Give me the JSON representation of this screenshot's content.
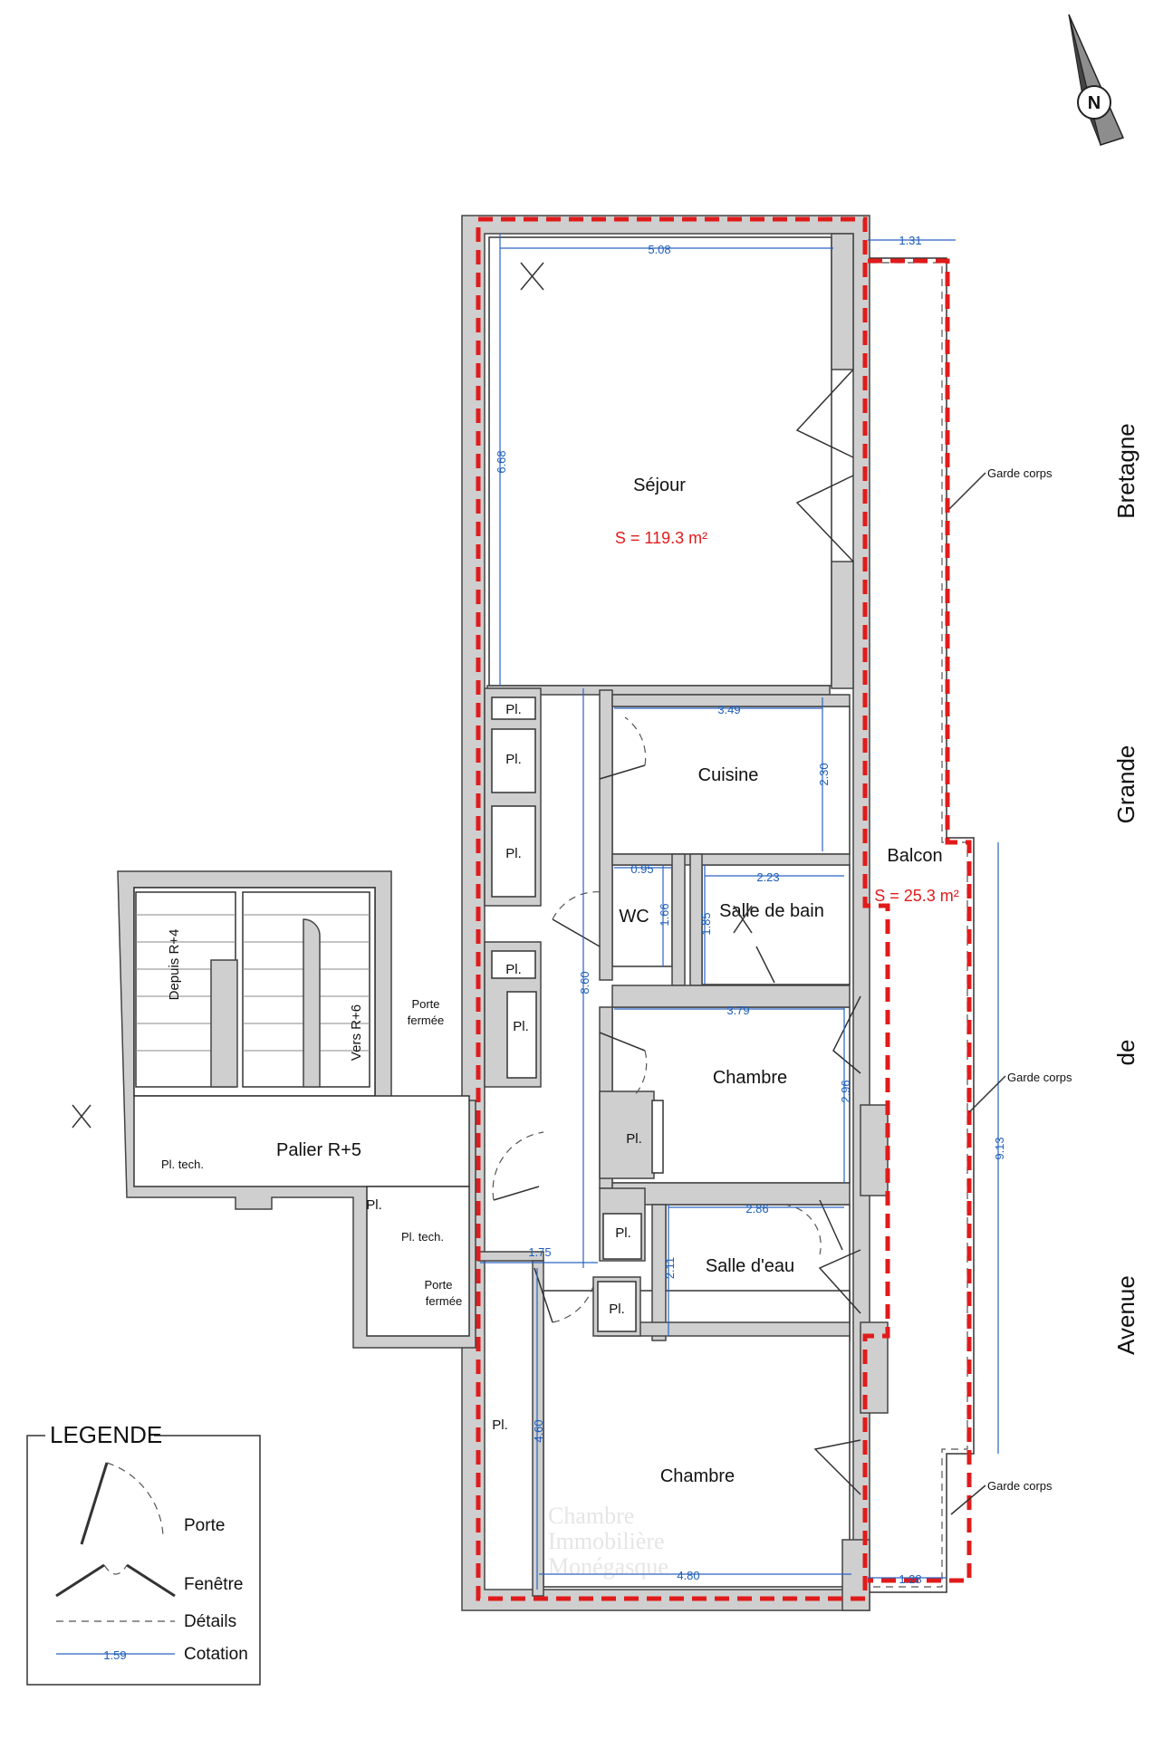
{
  "rooms": {
    "sejour": "Séjour",
    "cuisine": "Cuisine",
    "wc": "WC",
    "salle_de_bain": "Salle de bain",
    "chambre_1": "Chambre",
    "salle_eau": "Salle d'eau",
    "chambre_2": "Chambre",
    "balcon": "Balcon",
    "palier": "Palier R+5"
  },
  "areas": {
    "apartment": "S = 119.3 m²",
    "balcony": "S = 25.3 m²"
  },
  "labels": {
    "pl": "Pl.",
    "pl_tech": "Pl. tech.",
    "porte": "Porte",
    "fermee": "fermée",
    "depuis": "Depuis R+4",
    "vers": "Vers R+6",
    "garde_corps": "Garde corps"
  },
  "dimensions": {
    "sejour_width": "5.08",
    "sejour_height": "6.68",
    "balcon_top": "1.31",
    "cuisine_width": "3.49",
    "cuisine_height": "2.30",
    "wc_width": "0.95",
    "wc_height": "1.66",
    "sdb_width": "2.23",
    "sdb_height": "1.85",
    "chambre1_width": "3.79",
    "chambre1_height": "2.96",
    "corridor_height": "8.60",
    "balcon_height": "9.13",
    "sde_width": "2.86",
    "sde_height": "2.11",
    "entry_width": "1.75",
    "chambre2_height": "4.60",
    "chambre2_width": "4.80",
    "balcon_bottom": "1.28"
  },
  "street": [
    "Avenue",
    "de",
    "Grande",
    "Bretagne"
  ],
  "north": "N",
  "legend": {
    "title": "LEGENDE",
    "porte": "Porte",
    "fenetre": "Fenêtre",
    "details": "Détails",
    "cotation": "Cotation",
    "cotation_sample": "1.59"
  },
  "watermark": [
    "Chambre",
    "Immobilière",
    "Monégasque"
  ],
  "colors": {
    "wall": "#cfcfcf",
    "dimension": "#1f5fb8",
    "boundary": "#e11b1b"
  }
}
